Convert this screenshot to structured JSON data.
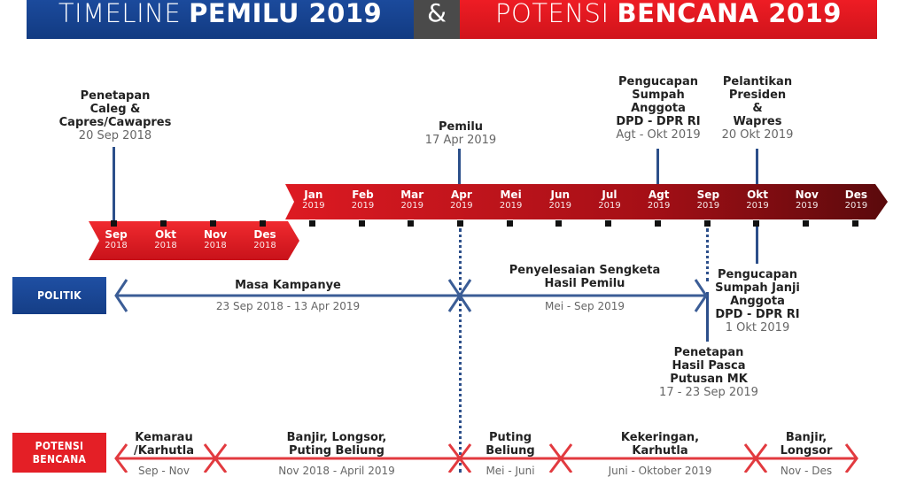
{
  "header": {
    "left_light": "TIMELINE",
    "left_bold": "PEMILU 2019",
    "amp": "&",
    "right_light": "POTENSI",
    "right_bold": "BENCANA 2019",
    "colors": {
      "blue": "#1b4a9c",
      "red": "#ee1c24",
      "gray": "#4a4a4a"
    }
  },
  "timeline_2018": [
    {
      "month": "Sep",
      "year": "2018"
    },
    {
      "month": "Okt",
      "year": "2018"
    },
    {
      "month": "Nov",
      "year": "2018"
    },
    {
      "month": "Des",
      "year": "2018"
    }
  ],
  "timeline_2019": [
    {
      "month": "Jan",
      "year": "2019"
    },
    {
      "month": "Feb",
      "year": "2019"
    },
    {
      "month": "Mar",
      "year": "2019"
    },
    {
      "month": "Apr",
      "year": "2019"
    },
    {
      "month": "Mei",
      "year": "2019"
    },
    {
      "month": "Jun",
      "year": "2019"
    },
    {
      "month": "Jul",
      "year": "2019"
    },
    {
      "month": "Agt",
      "year": "2019"
    },
    {
      "month": "Sep",
      "year": "2019"
    },
    {
      "month": "Okt",
      "year": "2019"
    },
    {
      "month": "Nov",
      "year": "2019"
    },
    {
      "month": "Des",
      "year": "2019"
    }
  ],
  "events_top": [
    {
      "lines": [
        "Penetapan",
        "Caleg &",
        "Capres/Cawapres"
      ],
      "date": "20 Sep 2018"
    },
    {
      "lines": [
        "Pemilu"
      ],
      "date": "17 Apr 2019"
    },
    {
      "lines": [
        "Pengucapan",
        "Sumpah",
        "Anggota",
        "DPD - DPR RI"
      ],
      "date": "Agt - Okt 2019"
    },
    {
      "lines": [
        "Pelantikan",
        "Presiden",
        "&",
        "Wapres"
      ],
      "date": "20 Okt 2019"
    }
  ],
  "events_bottom": [
    {
      "lines": [
        "Pengucapan",
        "Sumpah Janji",
        "Anggota",
        "DPD - DPR RI"
      ],
      "date": "1 Okt 2019"
    },
    {
      "lines": [
        "Penetapan",
        "Hasil Pasca",
        "Putusan MK"
      ],
      "date": "17 - 23 Sep 2019"
    }
  ],
  "politik": {
    "label": "POLITIK",
    "segments": [
      {
        "title": "Masa Kampanye",
        "date": "23 Sep 2018 - 13 Apr 2019"
      },
      {
        "title_lines": [
          "Penyelesaian Sengketa",
          "Hasil Pemilu"
        ],
        "date": "Mei - Sep 2019"
      }
    ]
  },
  "bencana": {
    "label_lines": [
      "POTENSI",
      "BENCANA"
    ],
    "segments": [
      {
        "title_lines": [
          "Kemarau",
          "/Karhutla"
        ],
        "date": "Sep - Nov"
      },
      {
        "title_lines": [
          "Banjir, Longsor,",
          "Puting Beliung"
        ],
        "date": "Nov 2018 - April 2019"
      },
      {
        "title_lines": [
          "Puting",
          "Beliung"
        ],
        "date": "Mei - Juni"
      },
      {
        "title_lines": [
          "Kekeringan,",
          "Karhutla"
        ],
        "date": "Juni - Oktober 2019"
      },
      {
        "title_lines": [
          "Banjir,",
          "Longsor"
        ],
        "date": "Nov - Des"
      }
    ]
  }
}
